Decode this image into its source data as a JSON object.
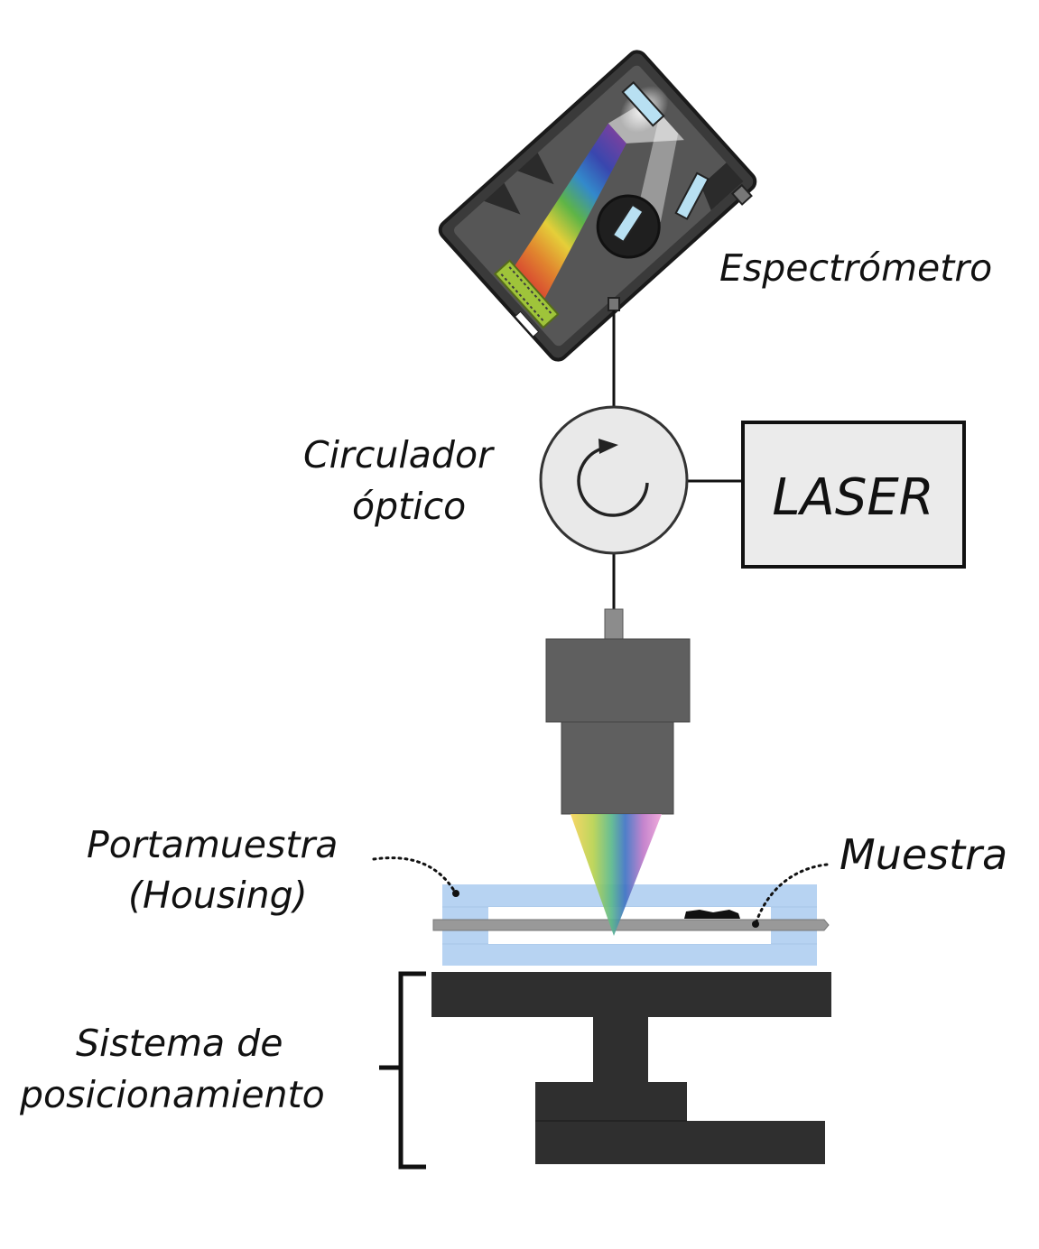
{
  "labels": {
    "spectrometer": "Espectrómetro",
    "circulator_line1": "Circulador",
    "circulator_line2": "óptico",
    "laser": "LASER",
    "holder_line1": "Portamuestra",
    "holder_line2": "(Housing)",
    "sample": "Muestra",
    "positioning_line1": "Sistema de",
    "positioning_line2": "posicionamiento"
  },
  "colors": {
    "housing": "#b7d3f2",
    "objective": "#5f5f5f",
    "stage": "#2f2f2f",
    "laser_box": "#ebebeb",
    "circulator": "#e9e9e9",
    "spectrometer_body": "#3a3a3a"
  },
  "icons": {
    "circulator": "circular-arrow-icon",
    "spectrometer": "spectrometer-icon"
  }
}
